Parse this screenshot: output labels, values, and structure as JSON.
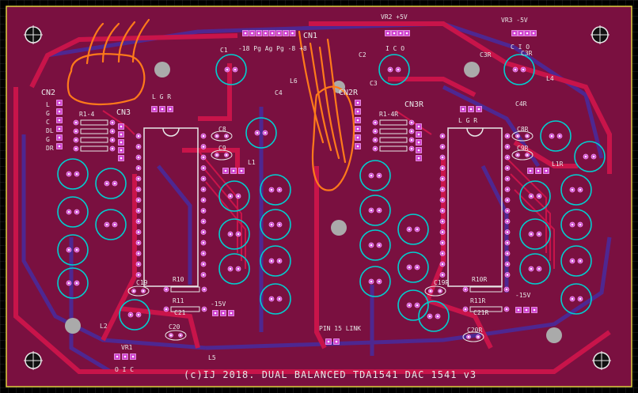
{
  "board": {
    "credit_text": "(c)IJ 2018. DUAL BALANCED TDA1541 DAC  1541 v3",
    "colors": {
      "background": "#000000",
      "board": "#7a1040",
      "top_copper": "#c8144a",
      "bottom_copper": "#4a2a9a",
      "silkscreen": "#e8e8e8",
      "pad": "#d040d0",
      "outline": "#00d0d0",
      "annotation": "#ff7a1a",
      "edge": "#e0d040",
      "grid": "#5a5a5a"
    }
  },
  "labels": {
    "cn1": "CN1",
    "cn1_pins": "-18 Pg Ag Pg -8 +8",
    "cn2": "CN2",
    "cn2_pins": [
      "L",
      "G",
      "C",
      "DL",
      "G",
      "DR"
    ],
    "cn2r": "CN2R",
    "cn3": "CN3",
    "cn3_pins": "L G R",
    "cn3r": "CN3R",
    "cn3r_pins": "L G R",
    "vr1": "VR1",
    "vr1_pins": "O I C",
    "vr2": "VR2 +5V",
    "vr2_pins": "I C O",
    "vr3": "VR3 -5V",
    "vr3_pins": "C I O",
    "c1": "C1",
    "c2": "C2",
    "c3": "C3",
    "c3r_top": "C3R",
    "c3r": "C3R",
    "c4": "C4",
    "c4r": "C4R",
    "c8": "C8",
    "c9": "C9",
    "c8r": "C8R",
    "c9r": "C9R",
    "c19": "C19",
    "c19r": "C19R",
    "c20": "C20",
    "c20r": "C20R",
    "c21": "C21",
    "c21r": "C21R",
    "r1_4": "R1-4",
    "r1_4r": "R1-4R",
    "r10": "R10",
    "r10r": "R10R",
    "r11": "R11",
    "r11r": "R11R",
    "l1": "L1",
    "l1r": "L1R",
    "l2": "L2",
    "l4": "L4",
    "l5": "L5",
    "l6": "L6",
    "m15v": "-15V",
    "m15v_r": "-15V",
    "pin15": "PIN 15 LINK"
  }
}
